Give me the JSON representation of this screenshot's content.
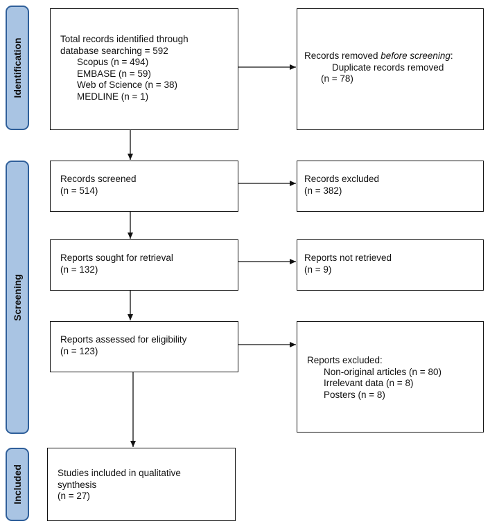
{
  "phases": {
    "identification": "Identification",
    "screening": "Screening",
    "included": "Included"
  },
  "boxes": {
    "identified": {
      "line1": "Total records identified through",
      "line2": "database searching = 592",
      "sources": [
        "Scopus (n = 494)",
        "EMBASE (n = 59)",
        "Web of Science (n = 38)",
        "MEDLINE (n = 1)"
      ]
    },
    "removed": {
      "label_prefix": "Records removed ",
      "label_emphasis": "before screening",
      "label_suffix": ":",
      "detail": "Duplicate records removed",
      "count": "(n = 78)"
    },
    "screened": {
      "label": "Records screened",
      "count": "(n = 514)"
    },
    "excluded": {
      "label": "Records excluded",
      "count": "(n = 382)"
    },
    "sought": {
      "label": "Reports sought for retrieval",
      "count": "(n = 132)"
    },
    "not_retrieved": {
      "label": "Reports not retrieved",
      "count": "(n = 9)"
    },
    "assessed": {
      "label": "Reports assessed for eligibility",
      "count": "(n = 123)"
    },
    "reports_excluded": {
      "label": "Reports excluded:",
      "reasons": [
        "Non-original articles (n = 80)",
        "Irrelevant data (n = 8)",
        "Posters (n = 8)"
      ]
    },
    "included": {
      "line1": "Studies included in qualitative",
      "line2": "synthesis",
      "count": "(n = 27)"
    }
  }
}
